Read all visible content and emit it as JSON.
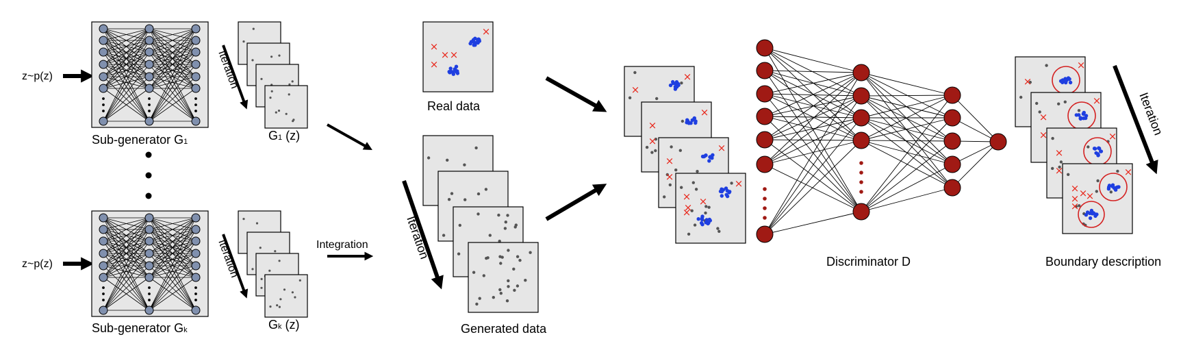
{
  "generators": {
    "input_label": "z~p(z)",
    "top_label": "Sub-generator G",
    "top_sub": "1",
    "bottom_label": "Sub-generator G",
    "bottom_sub": "k",
    "top_output": "G",
    "top_output_sub": "1",
    "bottom_output": "G",
    "bottom_output_sub": "k",
    "output_suffix": " (z)",
    "iteration_label": "Iteration"
  },
  "integration_label": "Integration",
  "real_data_label": "Real data",
  "generated_data_label": "Generated data",
  "iteration_label": "Iteration",
  "discriminator_label": "Discriminator D",
  "boundary_label": "Boundary description",
  "colors": {
    "panel_fill": "#e6e6e6",
    "neuron_generator": "#8090ae",
    "neuron_discriminator": "#a01a14",
    "real_cluster": "#1f3fe0",
    "outlier_marker": "#e8281c",
    "generated_point": "#555555",
    "boundary_circle": "#d42020"
  },
  "icons": {
    "outlier": "x-mark-icon",
    "arrow": "arrow-icon"
  }
}
